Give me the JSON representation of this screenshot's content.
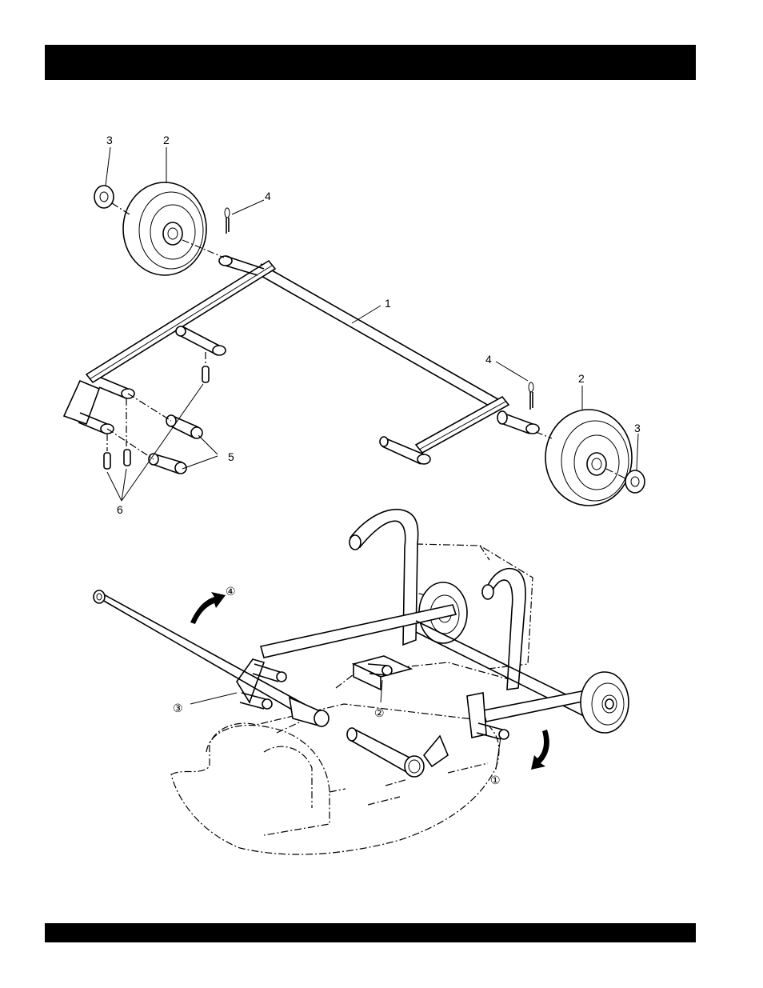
{
  "exploded_view": {
    "callouts": [
      {
        "id": "1",
        "text": "1"
      },
      {
        "id": "2a",
        "text": "2"
      },
      {
        "id": "2b",
        "text": "2"
      },
      {
        "id": "3a",
        "text": "3"
      },
      {
        "id": "3b",
        "text": "3"
      },
      {
        "id": "4a",
        "text": "4"
      },
      {
        "id": "4b",
        "text": "4"
      },
      {
        "id": "5",
        "text": "5"
      },
      {
        "id": "6",
        "text": "6"
      }
    ]
  },
  "install_view": {
    "steps": [
      {
        "id": "step1",
        "text": "①"
      },
      {
        "id": "step2",
        "text": "②"
      },
      {
        "id": "step3",
        "text": "③"
      },
      {
        "id": "step4",
        "text": "④"
      }
    ]
  }
}
